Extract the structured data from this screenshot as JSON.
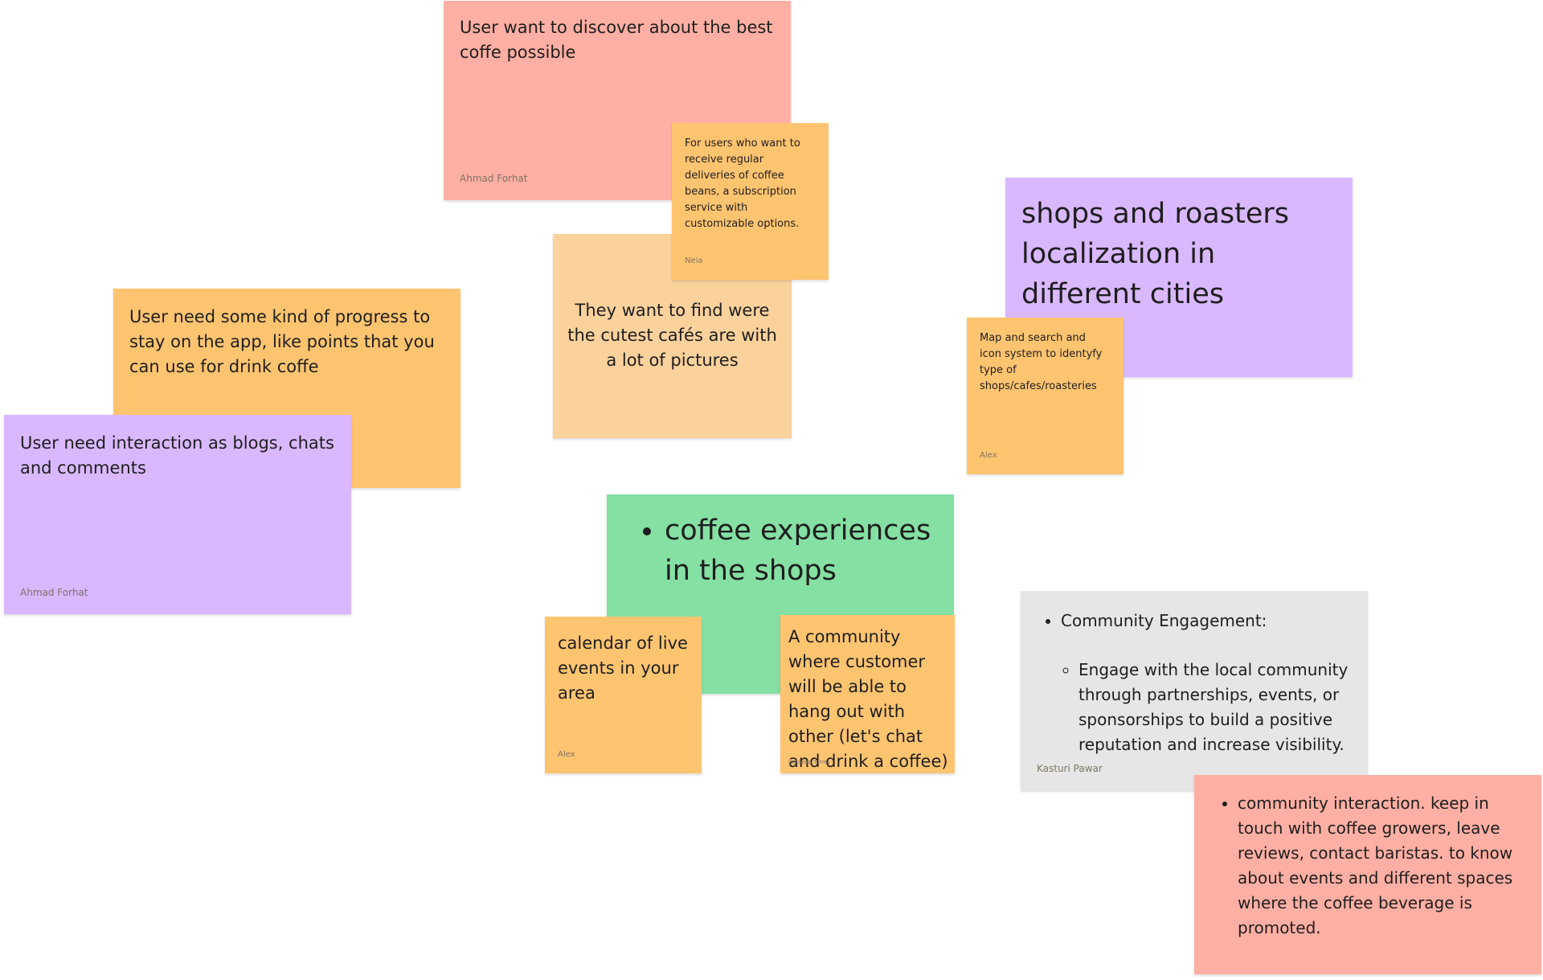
{
  "board": {
    "notes": {
      "discover_coffee": {
        "text": "User want to discover about the best coffe possible",
        "author": "Ahmad Forhat",
        "color": "#ffafa3"
      },
      "cutest_cafes": {
        "text": "They want to find were the cutest cafés are with a lot of pictures",
        "color": "#fbd19c"
      },
      "subscription": {
        "text": "For users who want to receive regular deliveries of coffee beans, a subscription service with customizable options.",
        "author": "Neia",
        "color": "#ffc470"
      },
      "shops_localization": {
        "text": "shops and roasters localization in different cities",
        "color": "#d9b8ff"
      },
      "map_search": {
        "text": "Map and search and icon system to identyfy type of shops/cafes/roasteries",
        "author": "Alex",
        "color": "#ffc470"
      },
      "progress_points": {
        "text": "User need some kind of progress to stay on the app, like points that you can use for drink coffe",
        "color": "#ffc470"
      },
      "interaction": {
        "text": "User need interaction as blogs, chats and comments",
        "author": "Ahmad Forhat",
        "color": "#d9b8ff"
      },
      "experiences": {
        "bullet": "coffee experiences in the shops",
        "color": "#85e0a3"
      },
      "calendar": {
        "text": "calendar of live events in your area",
        "author": "Alex",
        "color": "#ffc470"
      },
      "community_hangout": {
        "text": "A community where customer will be able to hang out with other (let's chat and drink a coffee)",
        "author": "Catalina Torres",
        "color": "#ffc470"
      },
      "community_engagement": {
        "bullet": "Community Engagement:",
        "sub_bullet": "Engage with the local community through partnerships, events, or sponsorships to build a positive reputation and increase visibility.",
        "author": "Kasturi Pawar",
        "color": "#e6e6e6"
      },
      "community_interaction": {
        "bullet": "community interaction. keep in touch with coffee growers, leave reviews, contact baristas. to know about events and different spaces where the coffee beverage is promoted.",
        "color": "#ffafa3"
      }
    }
  }
}
